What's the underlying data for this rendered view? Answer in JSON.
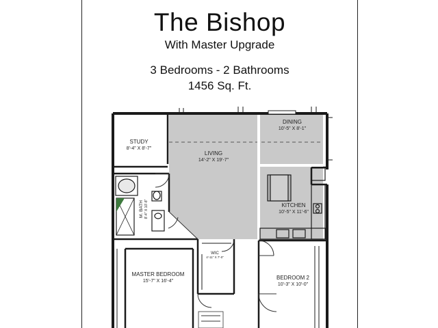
{
  "header": {
    "title": "The Bishop",
    "subtitle": "With Master Upgrade",
    "rooms_summary": "3 Bedrooms - 2 Bathrooms",
    "square_feet": "1456 Sq. Ft."
  },
  "rooms": {
    "study": {
      "name": "STUDY",
      "size": "8'-4\" X 8'-7\""
    },
    "living": {
      "name": "LIVING",
      "size": "14'-2\" X 19'-7\""
    },
    "dining": {
      "name": "DINING",
      "size": "10'-5\" X 8'-1\""
    },
    "kitchen": {
      "name": "KITCHEN",
      "size": "10'-5\" X 11'-6\""
    },
    "mbath": {
      "name": "M. BATH",
      "size": "8'-4\" X 10'-8\""
    },
    "wic": {
      "name": "WIC",
      "size": "4'-11\" X 7'-0\""
    },
    "master": {
      "name": "MASTER BEDROOM",
      "size": "15'-7\" X 16'-4\""
    },
    "bed2": {
      "name": "BEDROOM 2",
      "size": "10'-3\" X 10'-0\""
    }
  },
  "colors": {
    "shaded_area": "#c9c9c9",
    "walls": "#1a1a1a",
    "shower_accent": "#3d7a3d"
  }
}
